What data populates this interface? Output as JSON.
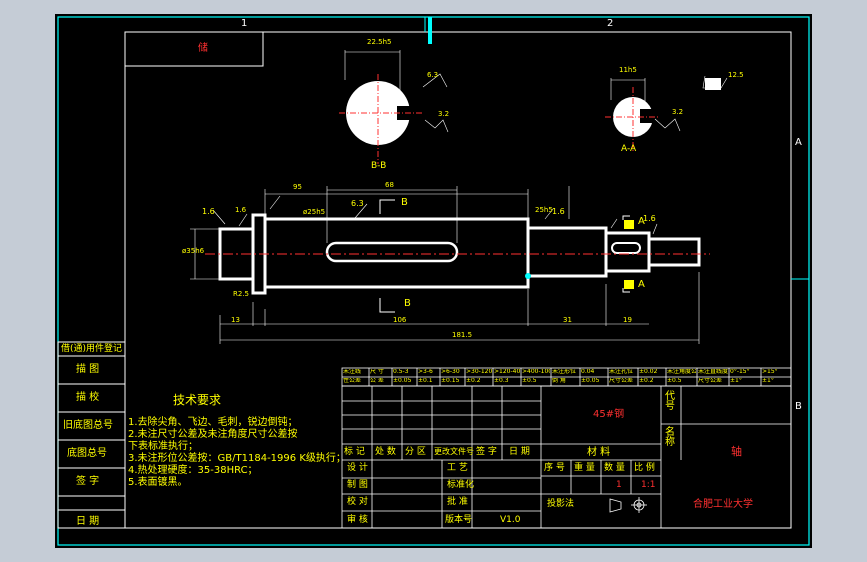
{
  "viewport_bg": "#c5ccd6",
  "colors": {
    "paper": "#000000",
    "frame": "#00ffff",
    "text": "#ffff00",
    "red": "#ff3030",
    "green": "#00ff00",
    "white": "#ffffff"
  },
  "zones": {
    "top": [
      "1",
      "2"
    ],
    "right": [
      "A",
      "B"
    ]
  },
  "top_stamp": "储",
  "sections": {
    "bb": {
      "label": "B-B",
      "dim_width": "22.5h5",
      "rough_side": "6.3",
      "rough_key": "3.2"
    },
    "aa": {
      "label": "A-A",
      "dim_width": "11h5",
      "rough_key": "3.2",
      "rough_top": "12.5"
    }
  },
  "dims": {
    "d1": "95",
    "d2": "68",
    "d3": "1.6",
    "d4": "6.3",
    "d5": "25h5",
    "d6": "1.6",
    "d7": "1.6",
    "d8": "1.6",
    "d9": "13",
    "d10": "106",
    "d11": "31",
    "d12": "19",
    "d13": "181.5",
    "d14": "ø35h6",
    "d15": "ø25h5",
    "d16": "R2.5"
  },
  "markers": {
    "b_top": "B",
    "b_bot": "B",
    "a_top": "A",
    "a_bot": "A"
  },
  "left_strip": [
    "借(通)用件登记",
    "描 图",
    "描 校",
    "旧底图总号",
    "底图总号",
    "签 字",
    "日 期"
  ],
  "tech_req": {
    "title": "技术要求",
    "lines": [
      "1.去除尖角、飞边、毛刺，锐边倒钝；",
      "2.未注尺寸公差及未注角度尺寸公差按",
      "  下表标准执行；",
      "3.未注形位公差按：GB/T1184-1996 K级执行；",
      "4.热处理硬度：35-38HRC；",
      "5.表面镀黑。"
    ]
  },
  "tol_table": {
    "row1": [
      "未注线",
      "尺 寸",
      "0.5-3",
      ">3-6",
      ">6-30",
      ">30-120",
      ">120-400",
      ">400-1000",
      "未注形位",
      "0.04",
      "未注孔位",
      "±0.02",
      "未注角度公差",
      "未注直线度",
      "0°-15°",
      ">15°"
    ],
    "row2": [
      "性公差",
      "公 差",
      "±0.05",
      "±0.1",
      "±0.15",
      "±0.2",
      "±0.3",
      "±0.5",
      "倒 角",
      "±0.05",
      "尺寸公差",
      "±0.2",
      "±0.5",
      "尺寸公差",
      "±1°",
      "±1°"
    ]
  },
  "title_block": {
    "material": "45#钢",
    "code_label": "代 号",
    "name_label": "名 称",
    "part_name": "轴",
    "rev_headers": [
      "标 记",
      "处 数",
      "分 区",
      "更改文件号",
      "签 字",
      "日 期"
    ],
    "material_header": "材 料",
    "rows_left": [
      "设 计",
      "制 图",
      "校 对",
      "审 核"
    ],
    "rows_mid": [
      "工 艺",
      "标准化",
      "批 准",
      "版本号"
    ],
    "version": "V1.0",
    "right_headers": [
      "序 号",
      "重 量",
      "数 量",
      "比 例"
    ],
    "qty": "1",
    "scale": "1:1",
    "projection": "投影法",
    "school": "合肥工业大学"
  }
}
